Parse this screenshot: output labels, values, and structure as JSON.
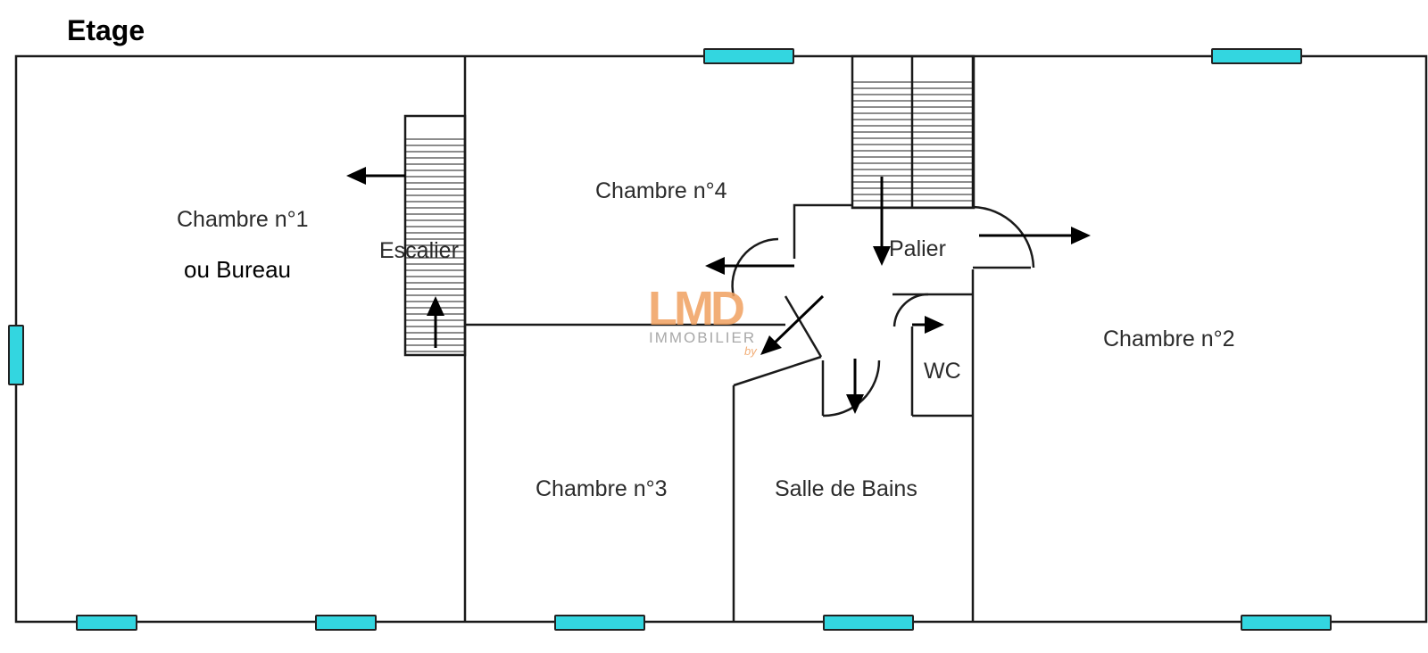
{
  "header": {
    "title": "Etage"
  },
  "rooms": {
    "chambre1": "Chambre n°1",
    "chambre1_sub": "ou Bureau",
    "escalier": "Escalier",
    "chambre4": "Chambre n°4",
    "palier": "Palier",
    "chambre2": "Chambre n°2",
    "wc": "WC",
    "chambre3": "Chambre n°3",
    "salle_de_bains": "Salle de Bains"
  },
  "watermark": {
    "brand": "LMD",
    "sub": "IMMOBILIER",
    "by": "by",
    "color": "#f0a060"
  },
  "colors": {
    "window": "#33d6e0",
    "wall": "#1a1a1a"
  }
}
